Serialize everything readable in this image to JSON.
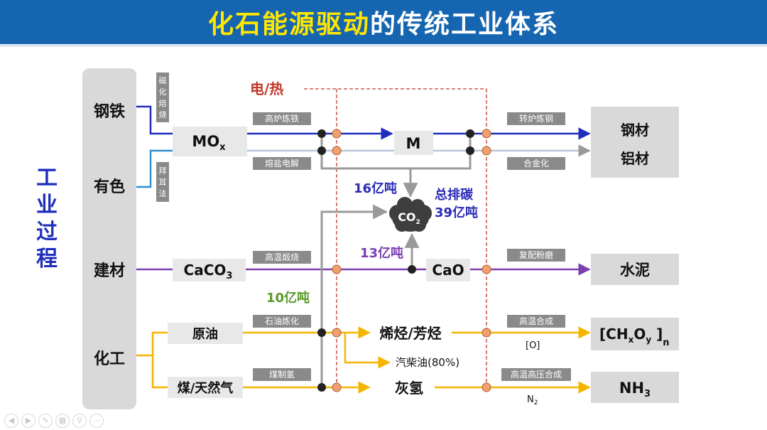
{
  "title": {
    "highlight": "化石能源驱动",
    "rest": "的传统工业体系"
  },
  "side_label": [
    "工",
    "业",
    "过",
    "程"
  ],
  "energy_label": "电/热",
  "industries": {
    "steel": "钢铁",
    "nonferrous": "有色",
    "building": "建材",
    "chemical": "化工"
  },
  "vertical_labels": {
    "roasting": [
      "磁",
      "化",
      "焙",
      "烧"
    ],
    "bayer": [
      "拜",
      "耳",
      "法"
    ]
  },
  "nodes": {
    "mox_main": "MO",
    "mox_sub": "x",
    "m": "M",
    "caco3_main": "CaCO",
    "caco3_sub": "3",
    "cao": "CaO",
    "crude": "原油",
    "coal_gas": "煤/天然气",
    "olefins": "烯烃/芳烃",
    "fuel": "汽柴油(80%)",
    "grey_h2": "灰氢",
    "co2_main": "CO",
    "co2_sub": "2"
  },
  "process_labels": {
    "blast_furnace": "高炉炼铁",
    "molten_salt": "熔盐电解",
    "converter": "转炉炼钢",
    "alloying": "合金化",
    "calcination": "高温煅烧",
    "grinding": "复配粉磨",
    "refining": "石油炼化",
    "coal_h2": "煤制氢",
    "ht_synthesis": "高温合成",
    "hthp_synthesis": "高温高压合成"
  },
  "reactants": {
    "oxygen": "[O]",
    "n2_main": "N",
    "n2_sub": "2"
  },
  "emissions": {
    "metal": "16亿吨",
    "cement": "13亿吨",
    "chemical": "10亿吨",
    "total_line1": "总排碳",
    "total_line2": "39亿吨"
  },
  "products": {
    "steel": "钢材",
    "aluminum": "铝材",
    "cement": "水泥",
    "chx_main": "[CH",
    "chx_x": "x",
    "chx_o": "O",
    "chx_y": "y",
    "chx_close": " ]",
    "chx_n": "n",
    "nh3_main": "NH",
    "nh3_sub": "3"
  },
  "colors": {
    "title_bg": "#1565b0",
    "title_highlight": "#ffe600",
    "steel": "#1f2ebb",
    "nonferrous": "#2f8fcf",
    "building": "#7a3fb0",
    "chemical": "#f5b400",
    "connector": "#9a9a9a",
    "energy": "#c0392b",
    "emission": "#2a2ab8",
    "emission_chem": "#5a9a2a"
  }
}
